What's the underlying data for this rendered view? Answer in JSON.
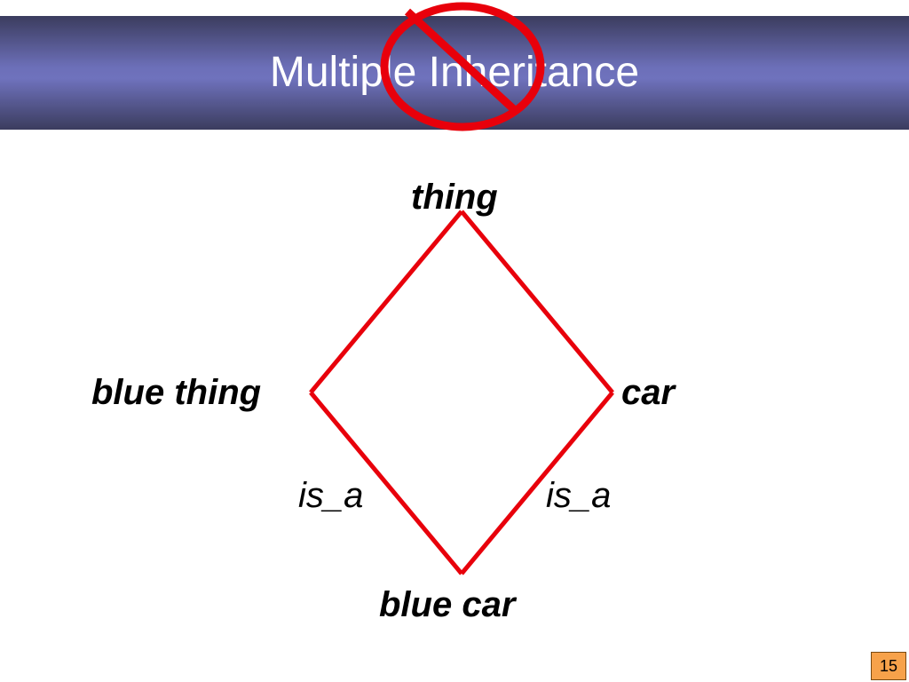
{
  "slide": {
    "title": "Multiple Inheritance",
    "page_number": "15"
  },
  "diagram": {
    "nodes": {
      "top": "thing",
      "left": "blue thing",
      "right": "car",
      "bottom": "blue car"
    },
    "edges": {
      "left_label": "is_a",
      "right_label": "is_a"
    }
  },
  "colors": {
    "title_bar": "#6c6fb8",
    "edge_stroke": "#e8000b",
    "prohibition_sign": "#e8000b",
    "page_badge": "#f7a24a"
  },
  "icons": {
    "title_overlay": "prohibition-icon"
  }
}
